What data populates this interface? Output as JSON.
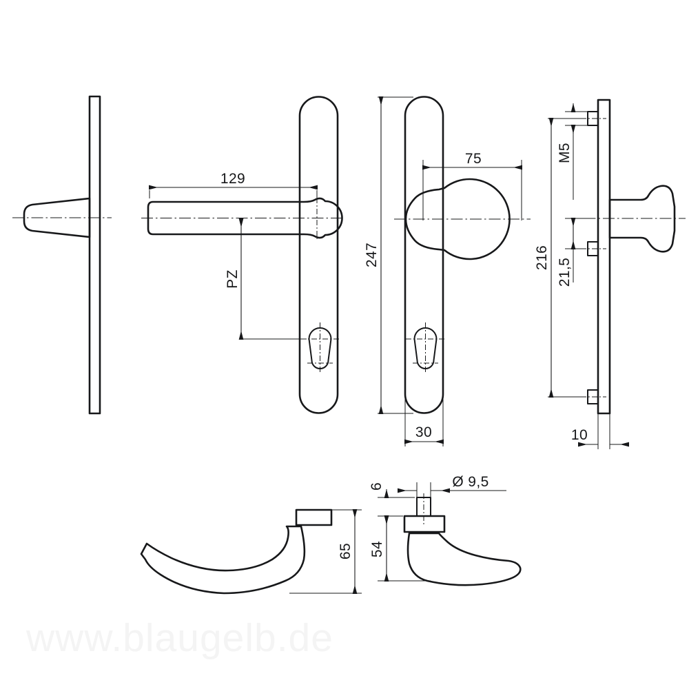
{
  "document": {
    "type": "technical-drawing",
    "subject": "Door handle set with knob and lever, escutcheon plate",
    "background_color": "#ffffff",
    "line_color": "#17181a",
    "watermark": "www.blaugelb.de",
    "watermark_color": "#f4f4f4"
  },
  "views": {
    "side_knob": {
      "name": "side-view-knob-plate",
      "description": "Thin plate edge view with knob protruding left"
    },
    "front_lever": {
      "name": "front-view-lever-plate",
      "description": "Front elevation of plate with lever handle and euro-profile keyhole"
    },
    "front_knob": {
      "name": "front-view-knob-plate",
      "description": "Front elevation of plate with round knob and euro-profile keyhole"
    },
    "side_plate": {
      "name": "side-view-plate-screws",
      "description": "Edge view of plate showing M5 screw bosses and knob"
    },
    "detail_lever": {
      "name": "detail-lever-profile",
      "description": "Lever handle side profile detail"
    },
    "detail_knob_lever": {
      "name": "detail-knob-lever-profile",
      "description": "Short lever profile detail with spindle stub"
    }
  },
  "dimensions": {
    "lever_length": "129",
    "pz_label": "PZ",
    "plate_height": "247",
    "knob_projection": "75",
    "plate_width": "30",
    "screw_thread": "M5",
    "screw_spacing": "216",
    "keyhole_offset": "21,5",
    "plate_thickness": "10",
    "lever_height": "65",
    "spindle_length": "6",
    "spindle_diameter": "Ø 9,5",
    "short_lever_height": "54"
  }
}
